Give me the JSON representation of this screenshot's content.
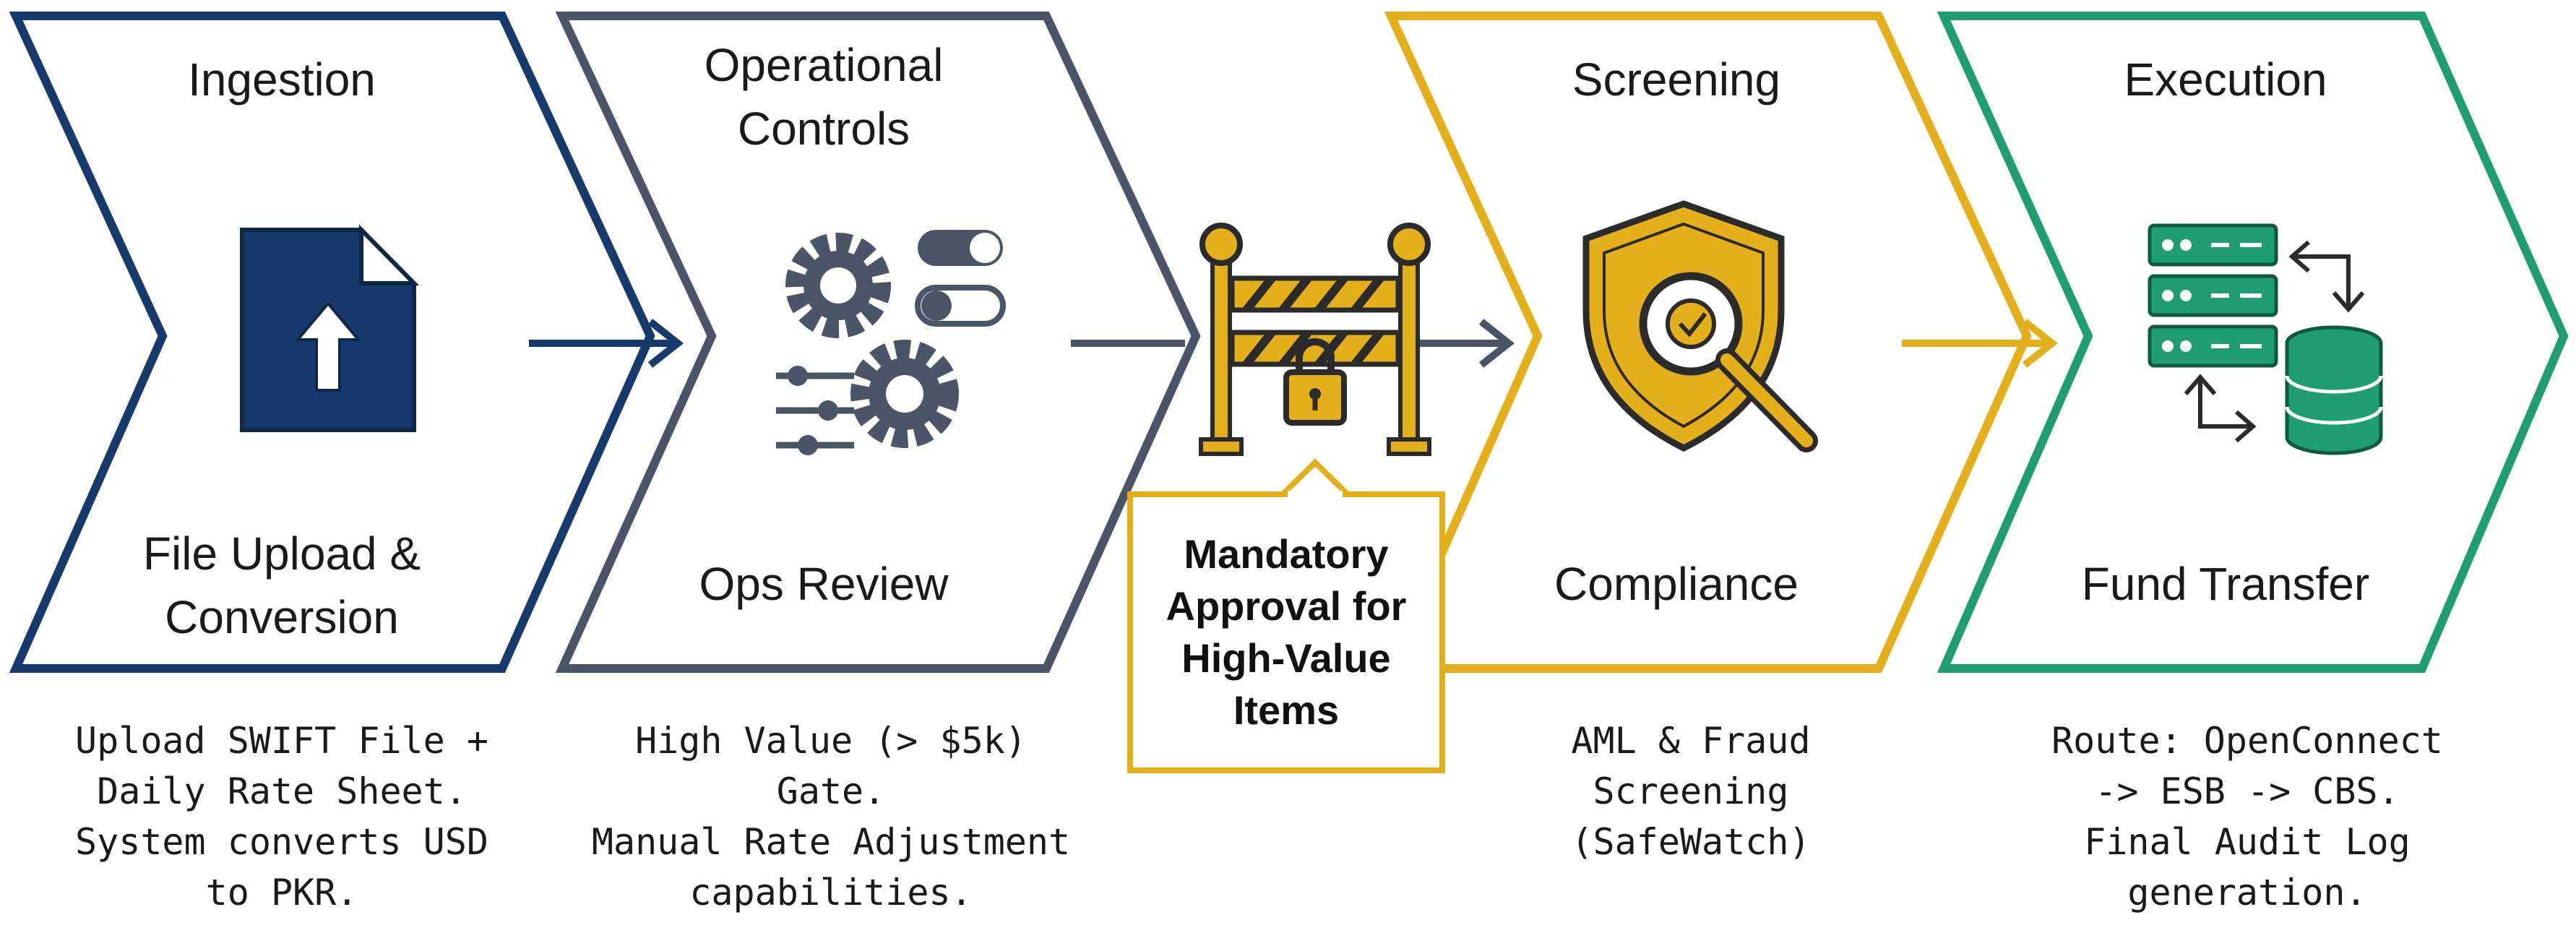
{
  "colors": {
    "navy": "#163a6b",
    "slate": "#4a5568",
    "gold": "#e3b01c",
    "green": "#1f9e72",
    "dark": "#2b2b2b"
  },
  "stages": [
    {
      "title": "Ingestion",
      "subtitle": "File Upload &\nConversion",
      "description": "Upload SWIFT File +\nDaily Rate Sheet.\nSystem converts USD\nto PKR.",
      "icon": "file-upload-icon"
    },
    {
      "title": "Operational\nControls",
      "subtitle": "Ops Review",
      "description": "High Value (> $5k)\nGate.\nManual Rate Adjustment\ncapabilities.",
      "icon": "gears-toggles-icon"
    },
    {
      "title": "Screening",
      "subtitle": "Compliance",
      "description": "AML & Fraud\nScreening\n(SafeWatch)",
      "icon": "shield-magnifier-icon"
    },
    {
      "title": "Execution",
      "subtitle": "Fund Transfer",
      "description": "Route: OpenConnect\n-> ESB -> CBS.\nFinal Audit Log\ngeneration.",
      "icon": "server-database-icon"
    }
  ],
  "gate": {
    "label": "Mandatory\nApproval for\nHigh-Value\nItems",
    "icon": "barrier-lock-icon"
  }
}
